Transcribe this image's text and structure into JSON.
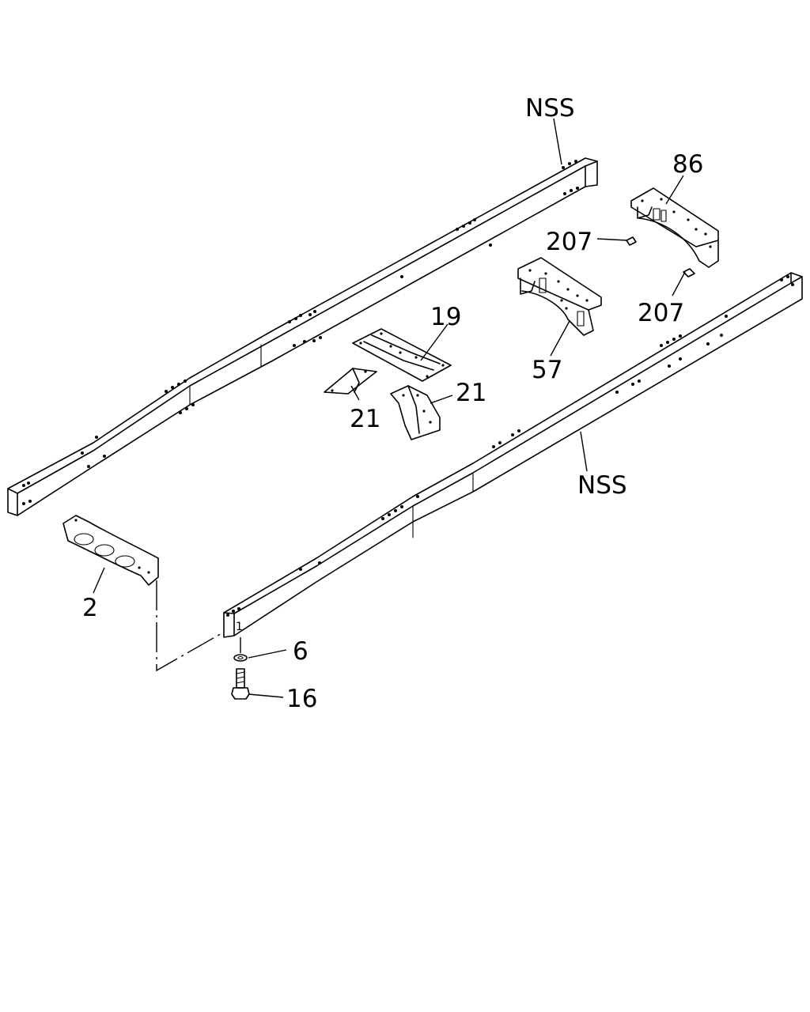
{
  "labels": {
    "nss_top": "NSS",
    "nss_right": "NSS",
    "p86": "86",
    "p207_a": "207",
    "p207_b": "207",
    "p19": "19",
    "p57": "57",
    "p21_a": "21",
    "p21_b": "21",
    "p2": "2",
    "p6": "6",
    "p16": "16",
    "p1": "1"
  }
}
